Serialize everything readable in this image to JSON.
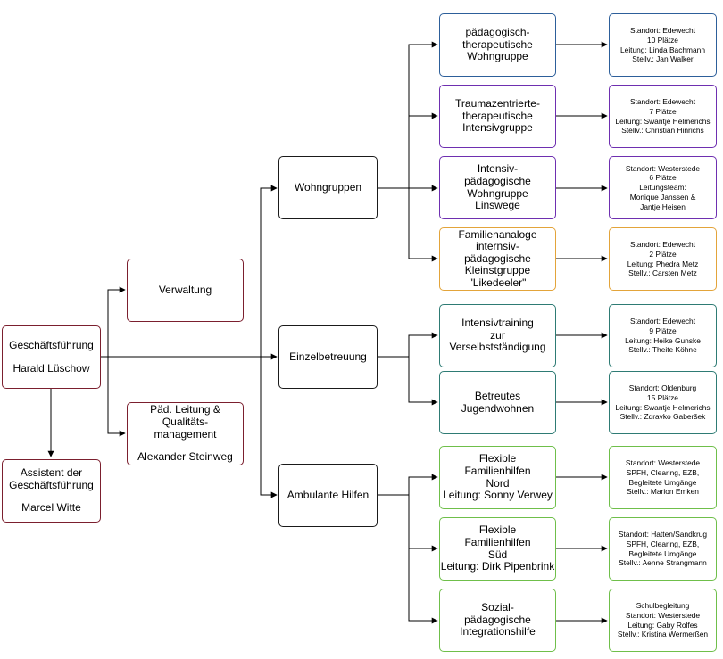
{
  "colors": {
    "management": "#7b1f2e",
    "wohngruppe_1": "#2d5f9a",
    "wohngruppe_2_3": "#6e2fb0",
    "wohngruppe_4": "#e3a43a",
    "einzelbetreuung": "#2e7b74",
    "ambulante_hilfen": "#6fbf4a",
    "category": "#1a1a1a",
    "connector": "#000000"
  },
  "gf": {
    "line1": "Geschäftsführung",
    "line2": "Harald Lüschow"
  },
  "assistent": {
    "line1": "Assistent der",
    "line2": "Geschäftsführung",
    "line3": "Marcel Witte"
  },
  "verwaltung": {
    "label": "Verwaltung"
  },
  "paed": {
    "line1": "Päd. Leitung &",
    "line2": "Qualitäts-",
    "line3": "management",
    "line4": "Alexander Steinweg"
  },
  "categories": {
    "wohngruppen": "Wohngruppen",
    "einzelbetreuung": "Einzelbetreuung",
    "ambulante_hilfen": "Ambulante Hilfen"
  },
  "units": [
    {
      "lines": [
        "pädagogisch-",
        "therapeutische",
        "Wohngruppe"
      ],
      "info": [
        "Standort: Edewecht",
        "10 Plätze",
        "Leitung: Linda Bachmann",
        "Stellv.: Jan Walker"
      ]
    },
    {
      "lines": [
        "Traumazentrierte-",
        "therapeutische",
        "Intensivgruppe"
      ],
      "info": [
        "Standort: Edewecht",
        "7 Plätze",
        "Leitung: Swantje Helmerichs",
        "Stellv.: Christian Hinrichs"
      ]
    },
    {
      "lines": [
        "Intensiv-",
        "pädagogische",
        "Wohngruppe",
        "Linswege"
      ],
      "info": [
        "Standort: Westerstede",
        "6 Plätze",
        "Leitungsteam:",
        "Monique Janssen &",
        "Jantje Heisen"
      ]
    },
    {
      "lines": [
        "Familienanaloge",
        "internsiv-",
        "pädagogische",
        "Kleinstgruppe",
        "\"Likedeeler\""
      ],
      "info": [
        "Standort: Edewecht",
        "2 Plätze",
        "Leitung: Phedra Metz",
        "Stellv.: Carsten Metz"
      ]
    },
    {
      "lines": [
        "Intensivtraining",
        "zur",
        "Verselbstständigung"
      ],
      "info": [
        "Standort: Edewecht",
        "9 Plätze",
        "Leitung: Heike Gunske",
        "Stellv.: Theite Köhne"
      ]
    },
    {
      "lines": [
        "Betreutes",
        "Jugendwohnen"
      ],
      "info": [
        "Standort: Oldenburg",
        "15 Plätze",
        "Leitung: Swantje Helmerichs",
        "Stellv.: Zdravko Gaberšek"
      ]
    },
    {
      "lines": [
        "Flexible",
        "Familienhilfen",
        "Nord",
        "Leitung: Sonny Verwey"
      ],
      "info": [
        "Standort: Westerstede",
        "SPFH, Clearing, EZB,",
        "Begleitete Umgänge",
        "Stellv.: Marion Emken"
      ]
    },
    {
      "lines": [
        "Flexible",
        "Familienhilfen",
        "Süd",
        "Leitung: Dirk Pipenbrink"
      ],
      "info": [
        "Standort: Hatten/Sandkrug",
        "SPFH, Clearing, EZB,",
        "Begleitete Umgänge",
        "Stellv.: Aenne Strangmann"
      ]
    },
    {
      "lines": [
        "Sozial-",
        "pädagogische",
        "Integrationshilfe"
      ],
      "info": [
        "Schulbegleitung",
        "Standort: Westerstede",
        "Leitung: Gaby Rolfes",
        "Stellv.: Kristina Wermerßen"
      ]
    }
  ]
}
